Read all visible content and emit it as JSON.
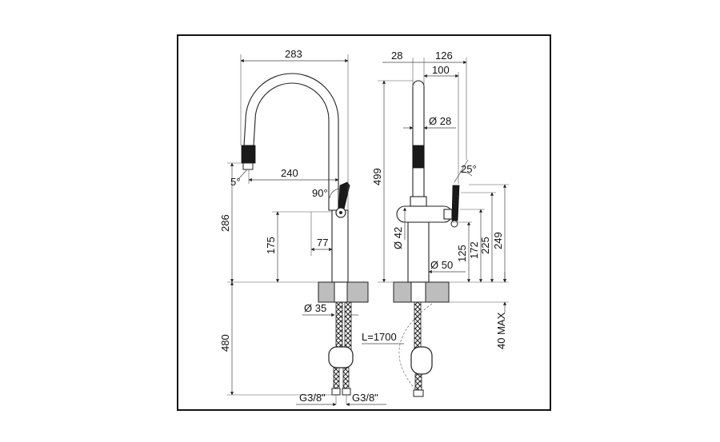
{
  "front_view": {
    "width_283": "283",
    "reach_240": "240",
    "angle_5": "5°",
    "angle_90": "90°",
    "height_286": "286",
    "height_175": "175",
    "offset_77": "77",
    "diameter_35": "Ø 35",
    "length_480": "480",
    "thread_left": "G3/8\"",
    "thread_right": "G3/8\""
  },
  "side_view": {
    "width_28": "28",
    "width_126": "126",
    "width_100": "100",
    "height_499": "499",
    "diameter_28": "Ø 28",
    "angle_25": "25°",
    "diameter_42": "Ø 42",
    "diameter_50": "Ø 50",
    "height_125": "125",
    "height_172": "172",
    "height_225": "225",
    "height_249": "249",
    "hose_length": "L=1700",
    "deck_thickness": "40 MAX"
  }
}
